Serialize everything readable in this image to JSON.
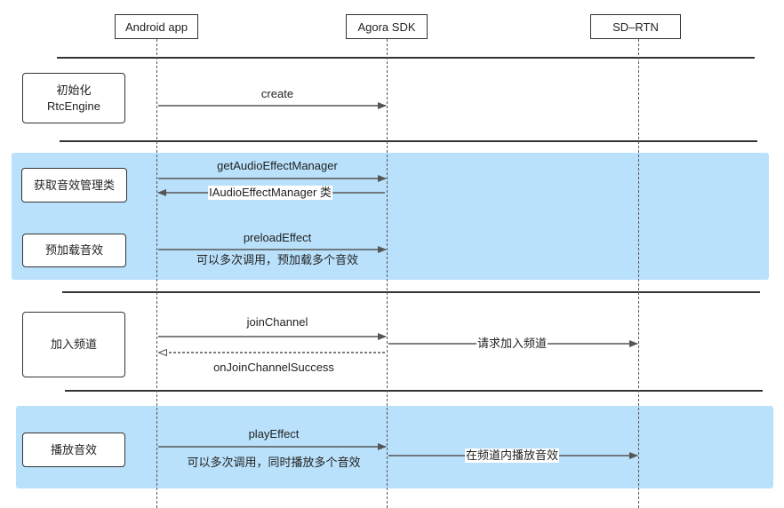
{
  "colors": {
    "band": "#b9e1fb",
    "line": "#333333",
    "arrow": "#555555"
  },
  "participants": [
    "Android app",
    "Agora SDK",
    "SD–RTN"
  ],
  "steps": [
    {
      "lines": [
        "初始化",
        "RtcEngine"
      ]
    },
    {
      "lines": [
        "获取音效管理类"
      ]
    },
    {
      "lines": [
        "预加载音效"
      ]
    },
    {
      "lines": [
        "加入频道"
      ]
    },
    {
      "lines": [
        "播放音效"
      ]
    }
  ],
  "messages": [
    {
      "from": "Android app",
      "to": "Agora SDK",
      "style": "solid",
      "label": "create"
    },
    {
      "from": "Android app",
      "to": "Agora SDK",
      "style": "solid",
      "label": "getAudioEffectManager"
    },
    {
      "from": "Agora SDK",
      "to": "Android app",
      "style": "solid",
      "label": "IAudioEffectManager 类"
    },
    {
      "from": "Android app",
      "to": "Agora SDK",
      "style": "solid",
      "label": "preloadEffect"
    },
    {
      "note": "可以多次调用，预加载多个音效"
    },
    {
      "from": "Android app",
      "to": "Agora SDK",
      "style": "solid",
      "label": "joinChannel"
    },
    {
      "from": "Agora SDK",
      "to": "SD–RTN",
      "style": "solid",
      "label": "请求加入频道"
    },
    {
      "from": "Agora SDK",
      "to": "Android app",
      "style": "dashed",
      "label": "onJoinChannelSuccess"
    },
    {
      "from": "Android app",
      "to": "Agora SDK",
      "style": "solid",
      "label": "playEffect"
    },
    {
      "note": "可以多次调用，同时播放多个音效"
    },
    {
      "from": "Agora SDK",
      "to": "SD–RTN",
      "style": "solid",
      "label": "在频道内播放音效"
    }
  ]
}
